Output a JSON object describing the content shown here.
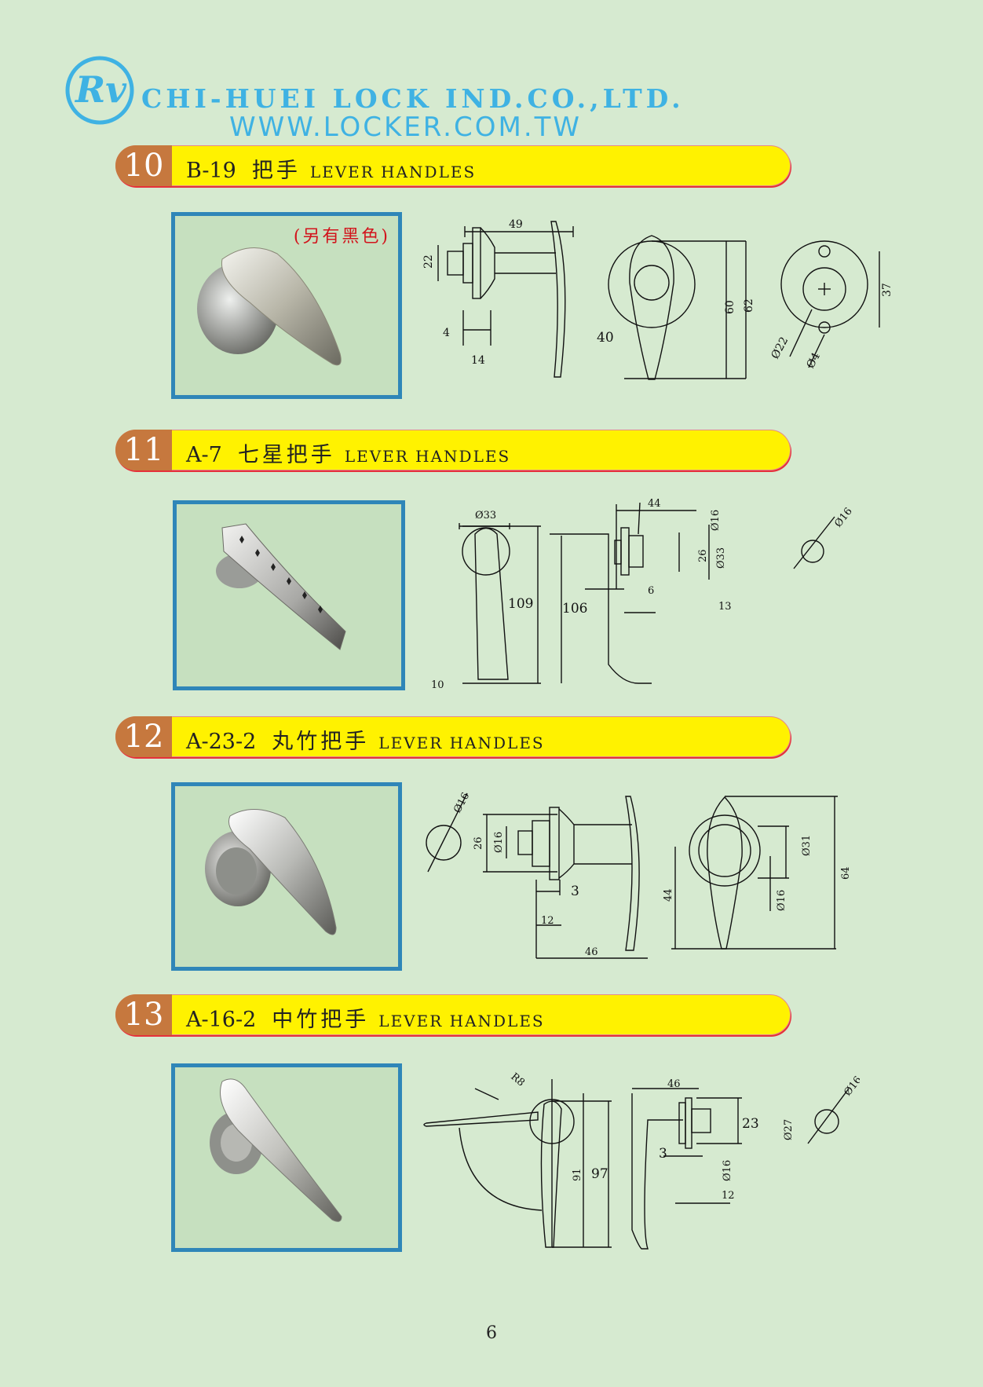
{
  "header": {
    "logo_text": "Rv",
    "company": "CHI-HUEI LOCK IND.CO.,LTD.",
    "website": "WWW.LOCKER.COM.TW"
  },
  "colors": {
    "accent": "#3fb2e3",
    "banner": "#fff200",
    "number_tab": "#c6783e",
    "frame": "#2f86b8",
    "note": "#d2141c"
  },
  "products": [
    {
      "number": "10",
      "model": "B-19",
      "name_cn": "把手",
      "name_en": "LEVER HANDLES",
      "note": "(另有黑色)",
      "dims": {
        "a": "49",
        "b": "22",
        "c": "4",
        "d": "14",
        "e": "40",
        "f": "60",
        "g": "62",
        "h": "37",
        "i": "Ø22",
        "j": "Ø4"
      }
    },
    {
      "number": "11",
      "model": "A-7",
      "name_cn": "七星把手",
      "name_en": "LEVER HANDLES",
      "dims": {
        "a": "Ø33",
        "b": "109",
        "c": "10",
        "d": "44",
        "e": "Ø16",
        "f": "26",
        "g": "Ø33",
        "h": "106",
        "i": "6",
        "j": "13",
        "k": "Ø16"
      }
    },
    {
      "number": "12",
      "model": "A-23-2",
      "name_cn": "丸竹把手",
      "name_en": "LEVER HANDLES",
      "dims": {
        "a": "Ø16",
        "b": "26",
        "c": "Ø16",
        "d": "3",
        "e": "12",
        "f": "46",
        "g": "44",
        "h": "Ø31",
        "i": "Ø16",
        "j": "64"
      }
    },
    {
      "number": "13",
      "model": "A-16-2",
      "name_cn": "中竹把手",
      "name_en": "LEVER HANDLES",
      "dims": {
        "a": "R8",
        "b": "91",
        "c": "97",
        "d": "46",
        "e": "23",
        "f": "Ø27",
        "g": "3",
        "h": "Ø16",
        "i": "12",
        "j": "Ø16"
      }
    }
  ],
  "page_number": "6"
}
